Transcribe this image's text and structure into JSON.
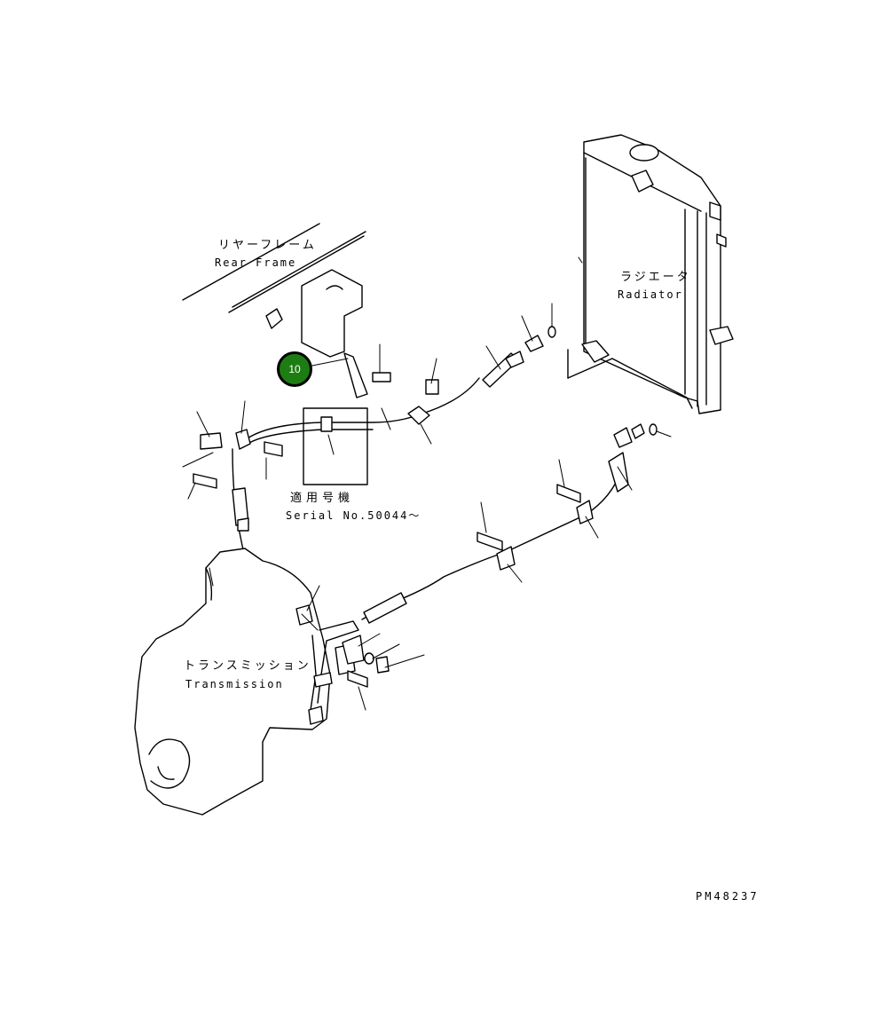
{
  "labels": {
    "rear_frame_jp": "リヤーフレーム",
    "rear_frame_en": "Rear Frame",
    "radiator_jp": "ラジエータ",
    "radiator_en": "Radiator",
    "serial_jp": "適用号機",
    "serial_en": "Serial No.50044～",
    "transmission_jp": "トランスミッション",
    "transmission_en": "Transmission",
    "figure_code": "PM48237"
  },
  "callout": {
    "number": "10",
    "color": "#1e7d12"
  }
}
